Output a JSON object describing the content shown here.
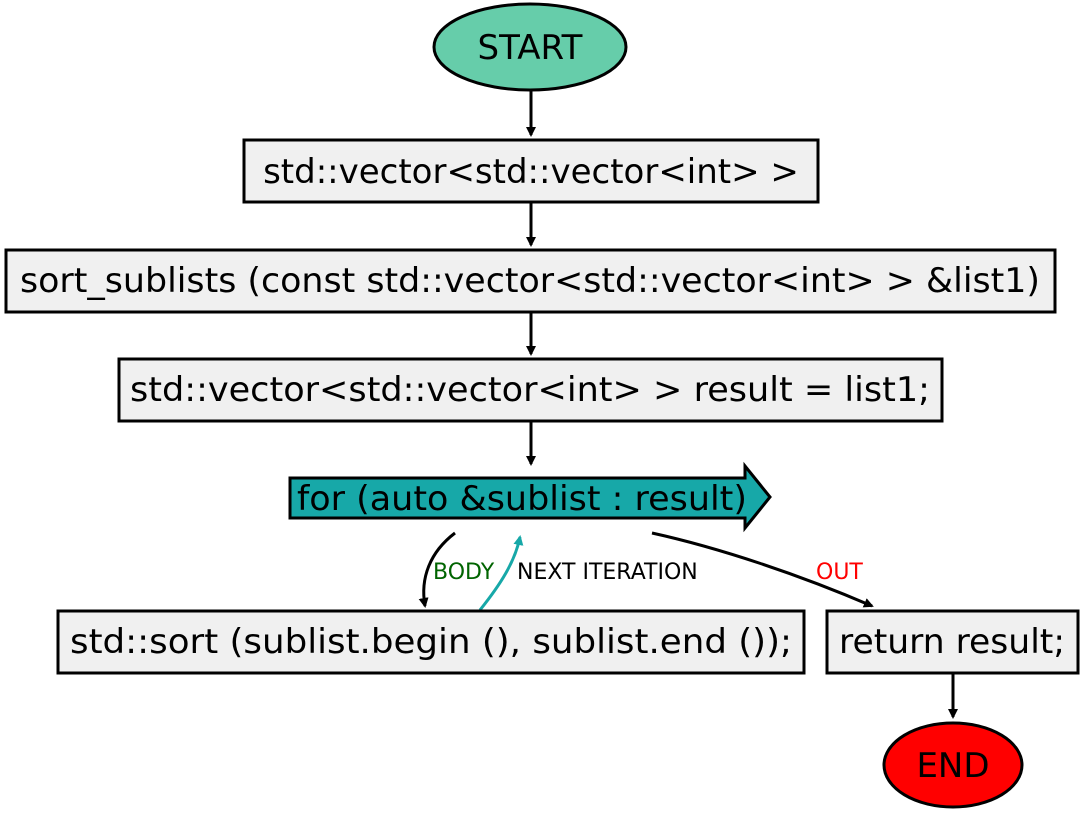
{
  "nodes": {
    "start": {
      "label": "START",
      "color": "#66cdaa"
    },
    "return_type": {
      "label": "std::vector<std::vector<int> >"
    },
    "signature": {
      "label": "sort_sublists (const std::vector<std::vector<int> > &list1)"
    },
    "assign": {
      "label": "std::vector<std::vector<int> > result = list1;"
    },
    "loop": {
      "label": "for (auto &sublist : result)",
      "color": "#17a8a8"
    },
    "body": {
      "label": "std::sort (sublist.begin (), sublist.end ());"
    },
    "return_stmt": {
      "label": "return result;"
    },
    "end": {
      "label": "END",
      "color": "#ff0000"
    }
  },
  "edges": {
    "body": {
      "label": "BODY",
      "color": "#006400"
    },
    "next": {
      "label": "NEXT ITERATION",
      "color": "#000000"
    },
    "out": {
      "label": "OUT",
      "color": "#ff0000"
    }
  },
  "colors": {
    "box_fill": "#f0f0f0",
    "next_arrow": "#17a8a8"
  }
}
